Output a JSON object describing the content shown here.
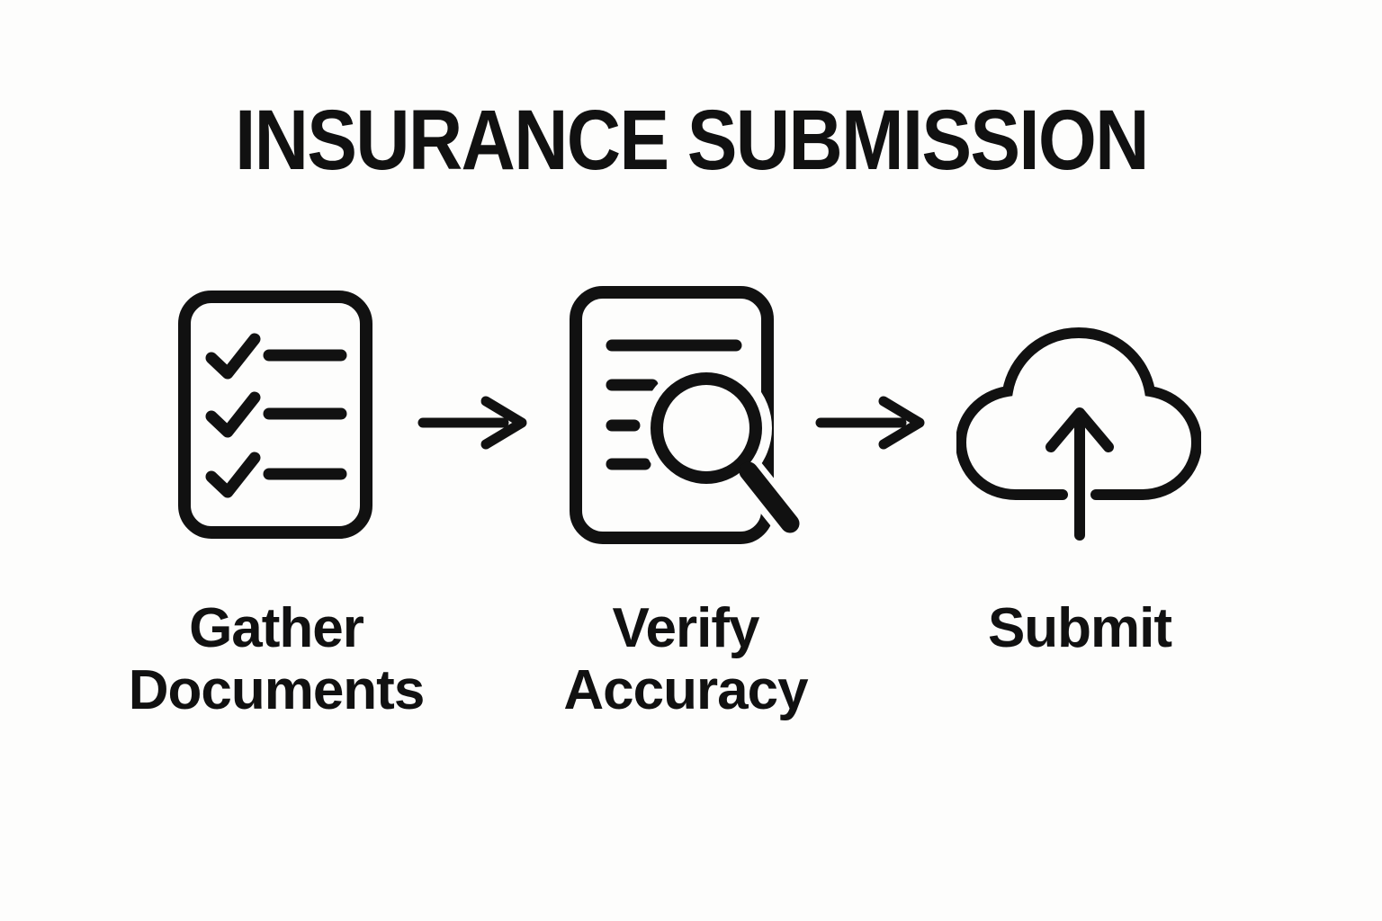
{
  "page": {
    "background_color": "#fdfdfc",
    "ink_color": "#111111"
  },
  "title": "INSURANCE SUBMISSION",
  "steps": [
    {
      "icon": "checklist-document-icon",
      "label_line1": "Gather",
      "label_line2": "Documents"
    },
    {
      "icon": "document-magnifier-icon",
      "label_line1": "Verify",
      "label_line2": "Accuracy"
    },
    {
      "icon": "cloud-upload-icon",
      "label_line1": "Submit",
      "label_line2": ""
    }
  ],
  "connectors": [
    {
      "icon": "right-arrow-icon"
    },
    {
      "icon": "right-arrow-icon"
    }
  ]
}
